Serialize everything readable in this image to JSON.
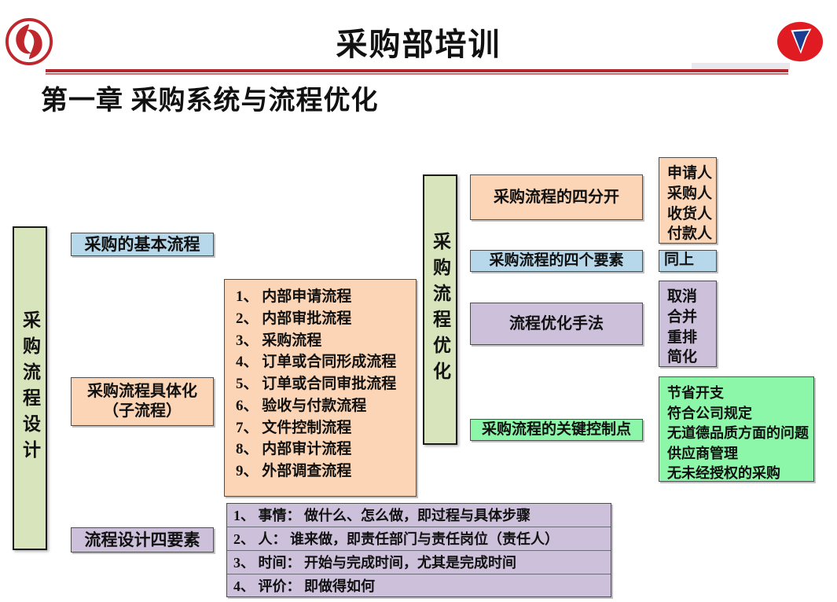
{
  "header": {
    "title": "采购部培训",
    "chapter": "第一章  采购系统与流程优化",
    "left_logo": "dongfeng-motor-logo",
    "right_logo": "company-emblem-logo",
    "rule_color": "#b3282d"
  },
  "diagram": {
    "left_spine": {
      "label": "采购流程设计",
      "color": "#d7e4bc"
    },
    "mid_spine": {
      "label": "采购流程优化",
      "color": "#d7e4bc"
    },
    "basic_process": {
      "label": "采购的基本流程",
      "color": "#b7d8ea"
    },
    "concrete_process": {
      "label": "采购流程具体化\n（子流程）",
      "line1": "采购流程具体化",
      "line2": "（子流程）",
      "color": "#fbd5b5"
    },
    "sub_process_list": {
      "color": "#fbd5b5",
      "items": [
        "1、 内部申请流程",
        "2、 内部审批流程",
        "3、 采购流程",
        "4、 订单或合同形成流程",
        "5、 订单或合同审批流程",
        "6、 验收与付款流程",
        "7、 文件控制流程",
        "8、 内部审计流程",
        "9、 外部调查流程"
      ]
    },
    "four_elements_title": {
      "label": "流程设计四要素",
      "color": "#ccc0da"
    },
    "four_elements_table": {
      "color": "#ccc0da",
      "rows": [
        "1、 事情： 做什么、怎么做，即过程与具体步骤",
        "2、 人：    谁来做，即责任部门与责任岗位（责任人）",
        "3、 时间： 开始与完成时间，尤其是完成时间",
        "4、 评价： 即做得如何"
      ]
    },
    "four_separations": {
      "label": "采购流程的四分开",
      "color": "#fbd5b5"
    },
    "four_separations_detail": {
      "color": "#fbd5b5",
      "items": [
        "申请人",
        "采购人",
        "收货人",
        "付款人"
      ]
    },
    "four_factors": {
      "label": "采购流程的四个要素",
      "color": "#b7d8ea"
    },
    "four_factors_detail": {
      "label": "同上",
      "color": "#b7d8ea"
    },
    "optimization_methods": {
      "label": "流程优化手法",
      "color": "#ccc0da"
    },
    "optimization_methods_detail": {
      "color": "#ccc0da",
      "items": [
        "取消",
        "合并",
        "重排",
        "简化"
      ]
    },
    "key_control_points": {
      "label": "采购流程的关键控制点",
      "color": "#8cf7a8"
    },
    "key_control_points_detail": {
      "color": "#8cf7a8",
      "items": [
        "节省开支",
        "符合公司规定",
        "无道德品质方面的问题",
        "供应商管理",
        "无未经授权的采购"
      ]
    }
  }
}
